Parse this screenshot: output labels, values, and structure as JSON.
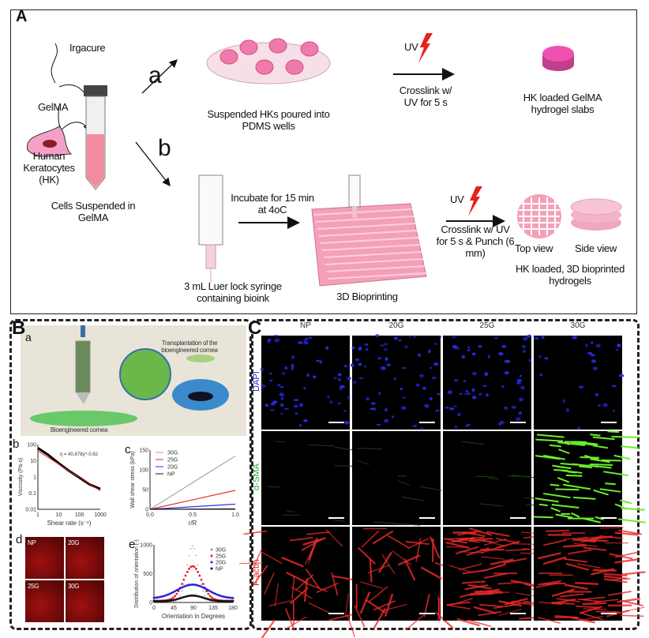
{
  "panel_a": {
    "label": "A",
    "irgacure": "Irgacure",
    "gelma": "GelMA",
    "cells": "Human Keratocytes (HK)",
    "suspended": "Cells Suspended in GelMA",
    "route_a": "a",
    "route_b": "b",
    "poured": "Suspended HKs poured into PDMS wells",
    "uv1": "UV",
    "crosslink1": "Crosslink w/ UV for 5 s",
    "slabs": "HK loaded GelMA hydrogel slabs",
    "syringe": "3 mL Luer lock syringe containing bioink",
    "incubate": "Incubate for 15 min at 4oC",
    "bioprinting": "3D Bioprinting",
    "uv2": "UV",
    "crosslink2": "Crosslink w/ UV for 5 s & Punch (6 mm)",
    "top_view": "Top view",
    "side_view": "Side view",
    "printed": "HK loaded, 3D bioprinted hydrogels",
    "colors": {
      "pink": "#f28ab4",
      "lattice": "#f4a0b8",
      "uv": "#e8201e"
    }
  },
  "panel_b": {
    "label": "B",
    "sub_a": "a",
    "transplant": "Transplantation of the bioengineered cornea",
    "cornea": "Bioengineered cornea",
    "sub_d": "d",
    "d_images": [
      "NP",
      "20G",
      "25G",
      "30G"
    ]
  },
  "panel_c": {
    "label": "C",
    "columns": [
      "NP",
      "20G",
      "25G",
      "30G"
    ],
    "rows": [
      {
        "label": "DAPI",
        "color": "#2a2ad8"
      },
      {
        "label": "α-SMA",
        "color": "#22a83a"
      },
      {
        "label": "F-actin",
        "color": "#e02020"
      }
    ]
  },
  "chart_data": [
    {
      "id": "b",
      "type": "line",
      "label": "b",
      "xlabel": "Shear rate (s⁻¹)",
      "ylabel": "Viscosity (Pa·s)",
      "x_scale": "log",
      "y_scale": "log",
      "xlim": [
        1,
        1000
      ],
      "ylim": [
        0.01,
        100
      ],
      "xticks": [
        "1",
        "10",
        "100",
        "1000"
      ],
      "yticks": [
        "0.01",
        "0.1",
        "1",
        "10",
        "100"
      ],
      "annotation": "η = 40.878γ^-0.82",
      "series": [
        {
          "color": "#000",
          "x": [
            1,
            3,
            10,
            30,
            100,
            300,
            1000
          ],
          "y": [
            60,
            24,
            7,
            2.5,
            0.9,
            0.35,
            0.18
          ]
        },
        {
          "color": "#e02020",
          "x": [
            1,
            1000
          ],
          "y": [
            40.878,
            0.14
          ]
        }
      ]
    },
    {
      "id": "c",
      "type": "line",
      "label": "c",
      "xlabel": "r/R",
      "ylabel": "Wall shear stress (kPa)",
      "xlim": [
        0,
        1
      ],
      "ylim": [
        0,
        150
      ],
      "xticks": [
        "0.0",
        "0.5",
        "1.0"
      ],
      "yticks": [
        "0",
        "50",
        "100",
        "150"
      ],
      "legend": "top-left",
      "series": [
        {
          "name": "30G",
          "color": "#aaaaaa",
          "x": [
            0,
            1
          ],
          "y": [
            0,
            135
          ]
        },
        {
          "name": "25G",
          "color": "#e83030",
          "x": [
            0,
            1
          ],
          "y": [
            0,
            48
          ]
        },
        {
          "name": "20G",
          "color": "#3030e8",
          "x": [
            0,
            1
          ],
          "y": [
            0,
            13
          ]
        },
        {
          "name": "NP",
          "color": "#111111",
          "x": [
            0,
            1
          ],
          "y": [
            0,
            1
          ]
        }
      ]
    },
    {
      "id": "e",
      "type": "scatter",
      "label": "e",
      "xlabel": "Orientation in Degrees",
      "ylabel": "Distribution of orientation (-)",
      "xlim": [
        0,
        180
      ],
      "ylim": [
        0,
        1000
      ],
      "xticks": [
        "0",
        "45",
        "90",
        "135",
        "180"
      ],
      "yticks": [
        "0",
        "500",
        "1000"
      ],
      "legend": "top-right",
      "series": [
        {
          "name": "30G",
          "color": "#999999",
          "peak": 960,
          "width": 13,
          "base": 20
        },
        {
          "name": "25G",
          "color": "#e82020",
          "peak": 600,
          "width": 20,
          "base": 30
        },
        {
          "name": "20G",
          "color": "#2020e0",
          "peak": 240,
          "width": 35,
          "base": 70
        },
        {
          "name": "NP",
          "color": "#111111",
          "peak": 100,
          "width": 25,
          "base": 20
        }
      ]
    }
  ]
}
